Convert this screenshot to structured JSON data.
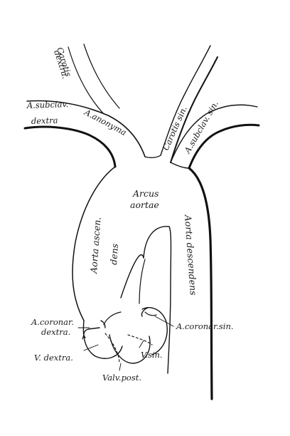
{
  "labels": {
    "carotis_dextra_1": "Carotis",
    "carotis_dextra_2": "dextra.",
    "subclav_dextra_1": "A.subclav.",
    "subclav_dextra_2": "dextra",
    "anonyma": "A.anonyma",
    "carotis_sin": "Carotis sin.",
    "subclav_sin": "A.subclav. sin.",
    "arcus_1": "Arcus",
    "arcus_2": "aortae",
    "aorta_ascendens_1": "Aorta ascen.",
    "aorta_ascendens_2": "dens",
    "aorta_descendens": "Aorta descendens",
    "coronar_dextra_1": "A.coronar.",
    "coronar_dextra_2": "dextra.",
    "coronar_sin": "A.coronar.sin.",
    "v_dextra": "V. dextra.",
    "v_sin": "V.sin.",
    "valv_post": "Valv.post."
  }
}
